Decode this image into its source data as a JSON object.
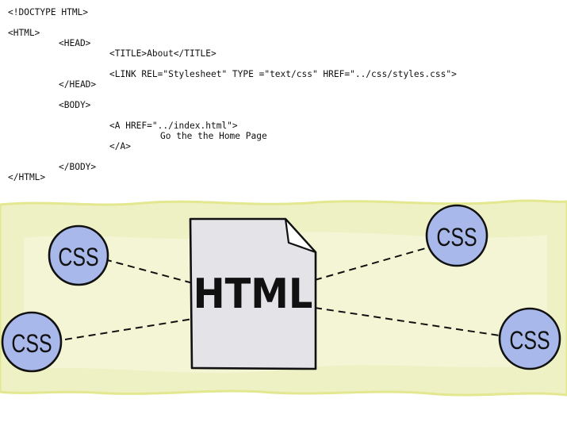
{
  "code_lines": [
    "<!DOCTYPE HTML>",
    "<HTML>",
    "<HEAD>",
    "<TITLE>About</TITLE>",
    "<LINK REL=\"Stylesheet\" TYPE =\"text/css\" HREF=\"../css/styles.css\">",
    "</HEAD>",
    "<BODY>",
    "<A HREF=\"../index.html\">",
    "Go the the Home Page",
    "</A>",
    "</BODY>",
    "</HTML>"
  ],
  "illustration": {
    "document_label": "HTML",
    "css_labels": [
      "CSS",
      "CSS",
      "CSS",
      "CSS"
    ],
    "colors": {
      "paint_wash": "#eef1c4",
      "paint_edge": "#e3e78f",
      "document_fill": "#e4e3e8",
      "circle_fill": "#a9b8ea",
      "ink": "#111111"
    }
  }
}
